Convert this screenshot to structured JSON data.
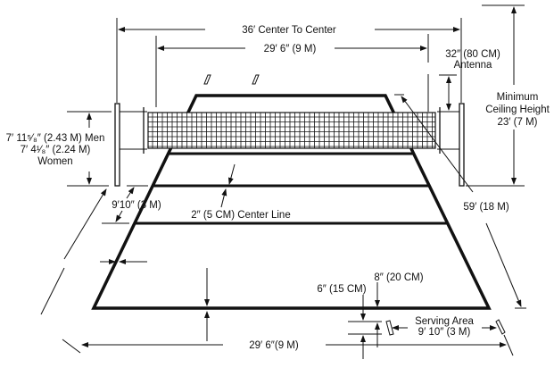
{
  "title": "Volleyball court dimensions",
  "labels": {
    "center_to_center": "36′ Center To Center",
    "court_width_top": "29′ 6″ (9 M)",
    "antenna_1": "32″ (80 CM)",
    "antenna_2": "Antenna",
    "ceiling_1": "Minimum",
    "ceiling_2": "Ceiling Height",
    "ceiling_3": "23′ (7 M)",
    "net_height_1": "7′ 11⁵⁄₈″ (2.43 M) Men",
    "net_height_2": "7′ 4¹⁄₈″ (2.24 M)",
    "net_height_3": "Women",
    "attack_zone": "9′10″ (3 M)",
    "center_line": "2″ (5 CM) Center Line",
    "court_length": "59′ (18 M)",
    "line_6in": "6″ (15 CM)",
    "line_8in": "8″ (20 CM)",
    "serving_1": "Serving Area",
    "serving_2": "9′ 10″ (3 M)",
    "court_width_bottom": "29′ 6″(9 M)"
  },
  "colors": {
    "ink": "#111111",
    "background": "#ffffff"
  }
}
